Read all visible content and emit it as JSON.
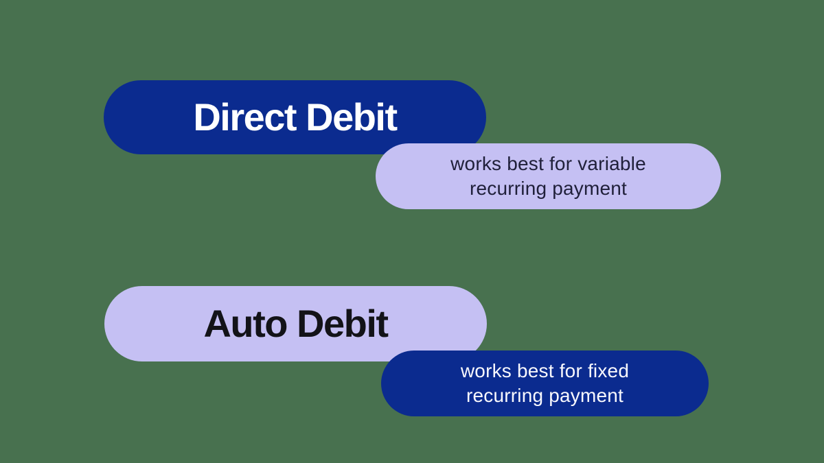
{
  "canvas": {
    "background_color": "#48714F"
  },
  "colors": {
    "dark_blue": "#0B2B8F",
    "light_purple": "#C5C0F3",
    "title_on_blue": "#FFFFFF",
    "title_on_purple": "#131318",
    "note_on_purple": "#20203A",
    "note_on_blue": "#F8F8FD"
  },
  "items": [
    {
      "title": "Direct Debit",
      "note_line1": "works best for variable",
      "note_line2": "recurring payment"
    },
    {
      "title": "Auto Debit",
      "note_line1": "works best for fixed",
      "note_line2": "recurring payment"
    }
  ]
}
